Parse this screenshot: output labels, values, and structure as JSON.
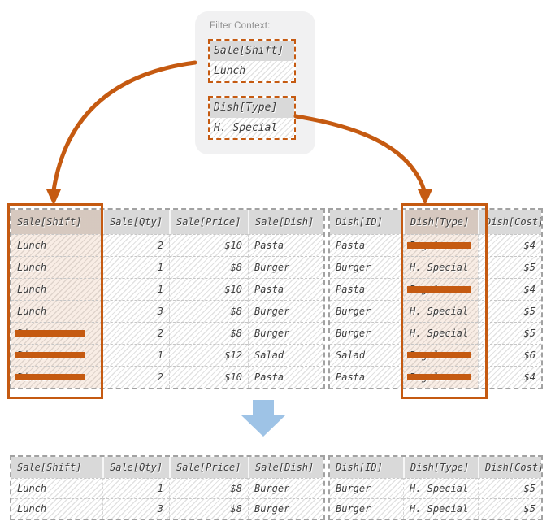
{
  "filter_context": {
    "title": "Filter Context:",
    "filters": [
      {
        "column": "Sale[Shift]",
        "value": "Lunch"
      },
      {
        "column": "Dish[Type]",
        "value": "H. Special"
      }
    ]
  },
  "main_table": {
    "columns": [
      "Sale[Shift]",
      "Sale[Qty]",
      "Sale[Price]",
      "Sale[Dish]",
      "Dish[ID]",
      "Dish[Type]",
      "Dish[Cost]"
    ],
    "sale_column_count": 4,
    "highlighted_columns": [
      "Sale[Shift]",
      "Dish[Type]"
    ],
    "rows": [
      {
        "cells": [
          "Lunch",
          "2",
          "$10",
          "Pasta",
          "Pasta",
          "Regular",
          "$4"
        ],
        "struck_cols": [
          5
        ]
      },
      {
        "cells": [
          "Lunch",
          "1",
          "$8",
          "Burger",
          "Burger",
          "H. Special",
          "$5"
        ],
        "struck_cols": []
      },
      {
        "cells": [
          "Lunch",
          "1",
          "$10",
          "Pasta",
          "Pasta",
          "Regular",
          "$4"
        ],
        "struck_cols": [
          5
        ]
      },
      {
        "cells": [
          "Lunch",
          "3",
          "$8",
          "Burger",
          "Burger",
          "H. Special",
          "$5"
        ],
        "struck_cols": []
      },
      {
        "cells": [
          "Dinner",
          "2",
          "$8",
          "Burger",
          "Burger",
          "H. Special",
          "$5"
        ],
        "struck_cols": [
          0
        ]
      },
      {
        "cells": [
          "Dinner",
          "1",
          "$12",
          "Salad",
          "Salad",
          "Regular",
          "$6"
        ],
        "struck_cols": [
          0,
          5
        ]
      },
      {
        "cells": [
          "Dinner",
          "2",
          "$10",
          "Pasta",
          "Pasta",
          "Regular",
          "$4"
        ],
        "struck_cols": [
          0,
          5
        ]
      }
    ]
  },
  "result_table": {
    "columns": [
      "Sale[Shift]",
      "Sale[Qty]",
      "Sale[Price]",
      "Sale[Dish]",
      "Dish[ID]",
      "Dish[Type]",
      "Dish[Cost]"
    ],
    "sale_column_count": 4,
    "rows": [
      {
        "cells": [
          "Lunch",
          "1",
          "$8",
          "Burger",
          "Burger",
          "H. Special",
          "$5"
        ],
        "struck_cols": []
      },
      {
        "cells": [
          "Lunch",
          "3",
          "$8",
          "Burger",
          "Burger",
          "H. Special",
          "$5"
        ],
        "struck_cols": []
      }
    ]
  },
  "colors": {
    "accent_orange": "#c55a11",
    "arrow_blue": "#9ec3e6",
    "panel_gray": "#f1f1f2",
    "header_gray": "#d9d9d9",
    "text_gray": "#3d3d3d"
  }
}
